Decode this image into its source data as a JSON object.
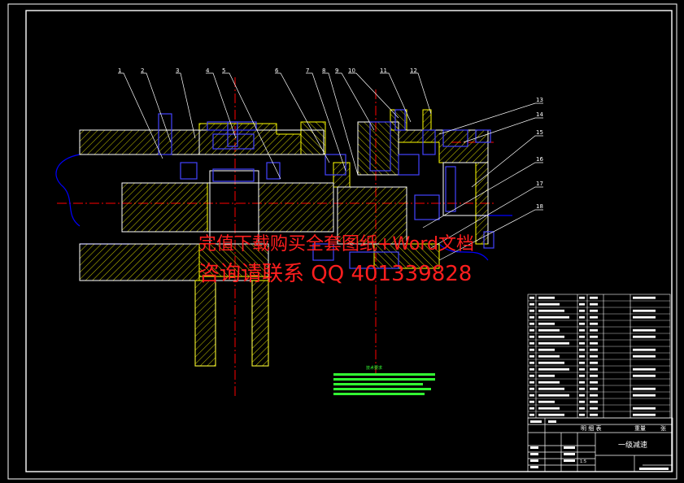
{
  "drawing": {
    "title": "一级减速",
    "watermark_line1": "完值下载购买全套图纸+Word文档",
    "watermark_line2": "咨询请联系 QQ 401339828",
    "balloons": [
      "1",
      "2",
      "3",
      "4",
      "5",
      "6",
      "7",
      "8",
      "9",
      "10",
      "11",
      "12",
      "13",
      "14",
      "15",
      "16",
      "17",
      "18"
    ],
    "tech_requirements_title": "技术要求"
  },
  "title_block": {
    "parts_list_header": "明 细 表",
    "scale": "1:5",
    "weight_label": "重量",
    "sheet_label": "张"
  },
  "colors": {
    "background": "#000000",
    "outline": "#ffffff",
    "section": "#ffff00",
    "hatch": "#ffff00",
    "hidden": "#0000ff",
    "centerline": "#ff0000",
    "notes": "#33ff33",
    "watermark": "#ff1e1e"
  }
}
